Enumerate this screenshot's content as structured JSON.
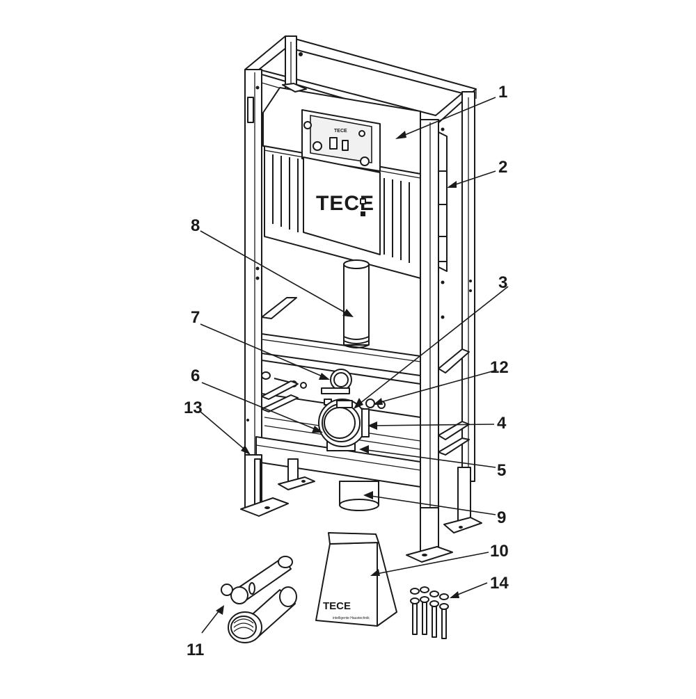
{
  "brand": {
    "cistern_logo": "TECE",
    "control_plate_label": "TECE",
    "bag_logo": "TECE",
    "bag_tagline": "intelligente Haustechnik"
  },
  "callouts": [
    {
      "num": "1"
    },
    {
      "num": "2"
    },
    {
      "num": "3"
    },
    {
      "num": "4"
    },
    {
      "num": "5"
    },
    {
      "num": "6"
    },
    {
      "num": "7"
    },
    {
      "num": "8"
    },
    {
      "num": "9"
    },
    {
      "num": "10"
    },
    {
      "num": "11"
    },
    {
      "num": "12"
    },
    {
      "num": "13"
    },
    {
      "num": "14"
    }
  ],
  "colors": {
    "line": "#1a1a1a",
    "background": "#ffffff"
  }
}
